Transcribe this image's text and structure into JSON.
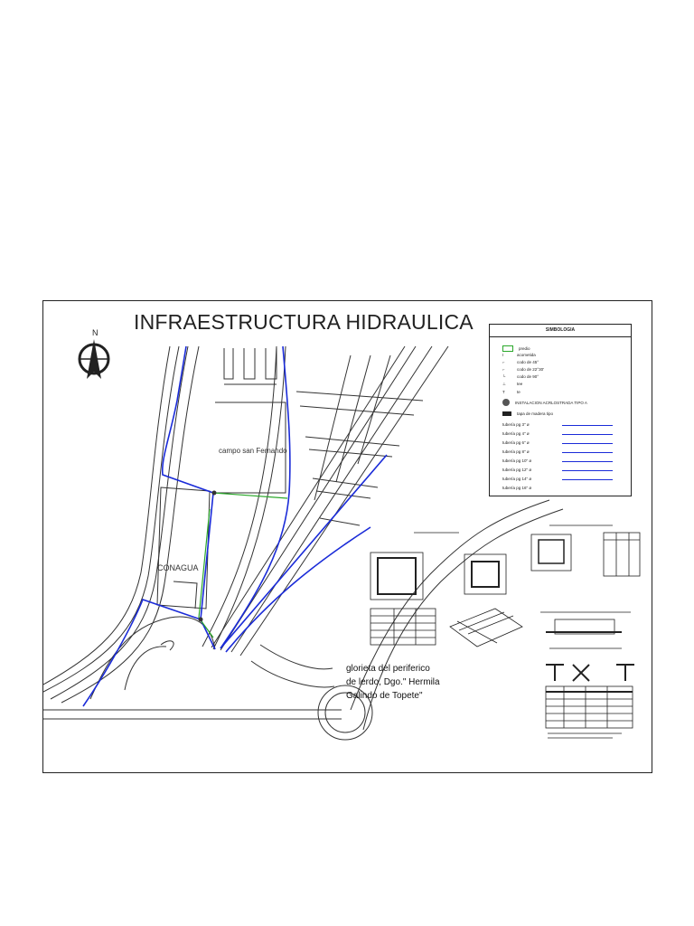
{
  "title": "INFRAESTRUCTURA HIDRAULICA",
  "north_label": "N",
  "map_labels": {
    "campo": "campo san Fernando",
    "conagua": "CONAGUA"
  },
  "caption": [
    "glorieta del periferico",
    "de lerdo, Dgo.\" Hermila",
    "Galindo de Topete\""
  ],
  "legend": {
    "heading": "SIMBOLOGIA",
    "items": [
      "predio",
      "acometida",
      "codo de 45°",
      "codo de 22°30'",
      "codo de 90°",
      "tee",
      "te",
      "INSTALACION ACRLOSTRADA TIPO A",
      "tapa de madera tipo"
    ],
    "pipes": [
      "tubería pg 3\" ø",
      "tubería pg 4\" ø",
      "tubería pg 6\" ø",
      "tubería pg 8\" ø",
      "tubería pg 10\" ø",
      "tubería pg 12\" ø",
      "tubería pg 14\" ø",
      "tubería pg 16\" ø"
    ]
  },
  "colors": {
    "pipe": "#1a2bd8",
    "predio": "#2aa82a",
    "line": "#333333"
  }
}
